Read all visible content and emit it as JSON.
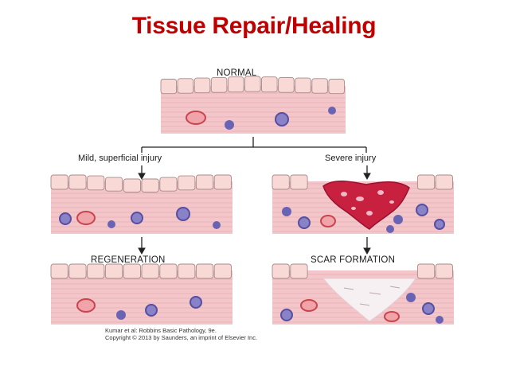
{
  "title": "Tissue Repair/Healing",
  "diagram": {
    "labels": {
      "normal": "NORMAL",
      "mild": "Mild, superficial injury",
      "severe": "Severe injury",
      "regeneration": "REGENERATION",
      "scar": "SCAR FORMATION"
    },
    "credit_line1": "Kumar et al: Robbins Basic Pathology, 9e.",
    "credit_line2": "Copyright © 2013  by Saunders, an imprint of Elsevier Inc.",
    "colors": {
      "title": "#c00000",
      "tissue": "#f3c9cc",
      "epithelium": "#f8d9d6",
      "cell_border": "#a88a8a",
      "rbc": "#d6555a",
      "lymphocyte": "#6a63b4",
      "hemorrhage": "#c8203f",
      "scar": "#f7f0f3"
    }
  }
}
